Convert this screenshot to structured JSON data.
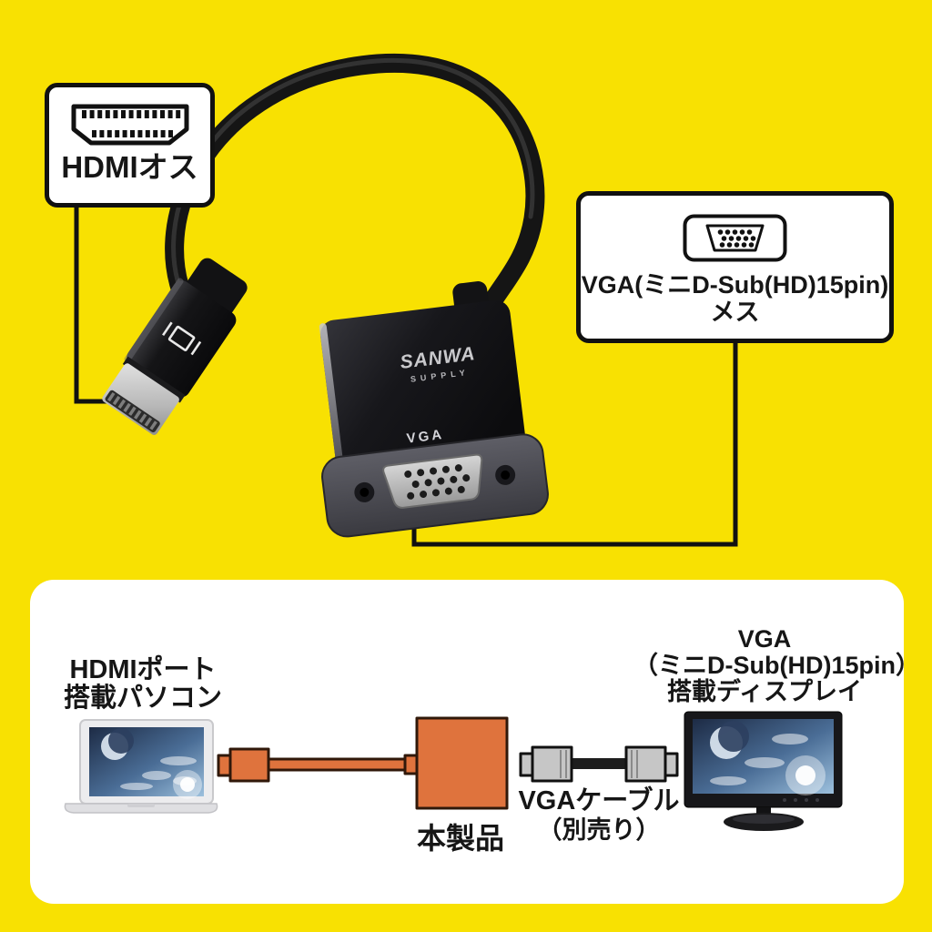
{
  "colors": {
    "background": "#F8E102",
    "panel": "#FFFFFF",
    "accent_orange": "#DF733D",
    "outline_black": "#111111",
    "connector_gray": "#C6C6C6"
  },
  "callout_hdmi": {
    "label": "HDMIオス"
  },
  "callout_vga": {
    "line1": "VGA(ミニD-Sub(HD)15pin)",
    "line2": "メス"
  },
  "adapter_photo": {
    "brand": "SANWA",
    "brand_sub": "SUPPLY",
    "port_label": "VGA"
  },
  "diagram": {
    "pc_label_line1": "HDMIポート",
    "pc_label_line2": "搭載パソコン",
    "product_label": "本製品",
    "cable_label_line1": "VGAケーブル",
    "cable_label_line2": "（別売り）",
    "display_label_line1": "VGA",
    "display_label_line2": "（ミニD-Sub(HD)15pin）",
    "display_label_line3": "搭載ディスプレイ"
  }
}
